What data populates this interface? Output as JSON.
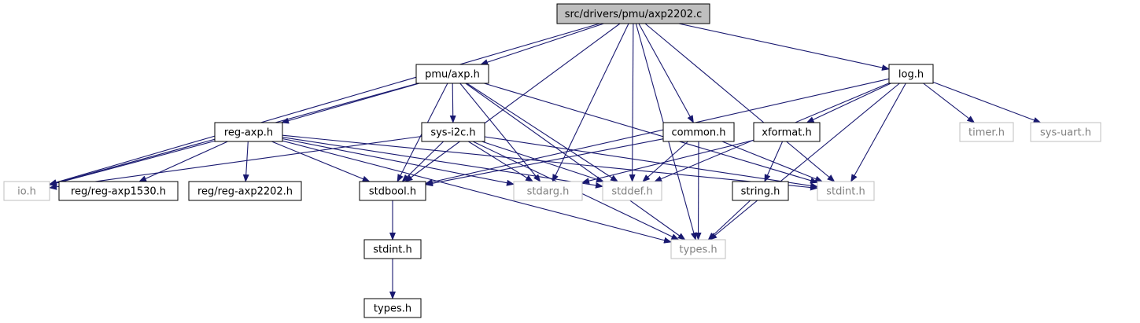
{
  "title": "src/drivers/pmu/axp2202.c",
  "colors": {
    "edge": "#191970",
    "root_fill": "#bfbfbf",
    "root_stroke": "#000000",
    "doc_stroke": "#000000",
    "ext_stroke": "#bfbfbf",
    "ext_text": "#808080",
    "text": "#000000"
  },
  "nodes": [
    {
      "id": "root",
      "label": "src/drivers/pmu/axp2202.c",
      "kind": "root"
    },
    {
      "id": "pmu_axp",
      "label": "pmu/axp.h",
      "kind": "doc"
    },
    {
      "id": "log",
      "label": "log.h",
      "kind": "doc"
    },
    {
      "id": "reg_axp",
      "label": "reg-axp.h",
      "kind": "doc"
    },
    {
      "id": "sys_i2c",
      "label": "sys-i2c.h",
      "kind": "doc"
    },
    {
      "id": "common",
      "label": "common.h",
      "kind": "doc"
    },
    {
      "id": "xformat",
      "label": "xformat.h",
      "kind": "doc"
    },
    {
      "id": "timer",
      "label": "timer.h",
      "kind": "ext"
    },
    {
      "id": "sys_uart",
      "label": "sys-uart.h",
      "kind": "ext"
    },
    {
      "id": "io",
      "label": "io.h",
      "kind": "ext"
    },
    {
      "id": "reg1530",
      "label": "reg/reg-axp1530.h",
      "kind": "doc"
    },
    {
      "id": "reg2202",
      "label": "reg/reg-axp2202.h",
      "kind": "doc"
    },
    {
      "id": "stdbool",
      "label": "stdbool.h",
      "kind": "doc"
    },
    {
      "id": "stdarg",
      "label": "stdarg.h",
      "kind": "ext"
    },
    {
      "id": "stddef",
      "label": "stddef.h",
      "kind": "ext"
    },
    {
      "id": "stdint_ext",
      "label": "stdint.h",
      "kind": "ext"
    },
    {
      "id": "string",
      "label": "string.h",
      "kind": "doc"
    },
    {
      "id": "stdint_doc",
      "label": "stdint.h",
      "kind": "doc"
    },
    {
      "id": "types_ext",
      "label": "types.h",
      "kind": "ext"
    },
    {
      "id": "types_doc",
      "label": "types.h",
      "kind": "doc"
    }
  ],
  "edges": [
    [
      "root",
      "pmu_axp"
    ],
    [
      "root",
      "log"
    ],
    [
      "root",
      "common"
    ],
    [
      "root",
      "io"
    ],
    [
      "root",
      "stdbool"
    ],
    [
      "root",
      "stdarg"
    ],
    [
      "root",
      "stddef"
    ],
    [
      "root",
      "stdint_ext"
    ],
    [
      "root",
      "types_ext"
    ],
    [
      "pmu_axp",
      "reg_axp"
    ],
    [
      "pmu_axp",
      "sys_i2c"
    ],
    [
      "pmu_axp",
      "io"
    ],
    [
      "pmu_axp",
      "stdbool"
    ],
    [
      "pmu_axp",
      "stdarg"
    ],
    [
      "pmu_axp",
      "stddef"
    ],
    [
      "pmu_axp",
      "stdint_ext"
    ],
    [
      "pmu_axp",
      "types_ext"
    ],
    [
      "log",
      "xformat"
    ],
    [
      "log",
      "timer"
    ],
    [
      "log",
      "sys_uart"
    ],
    [
      "log",
      "stdbool"
    ],
    [
      "log",
      "stddef"
    ],
    [
      "log",
      "stdint_ext"
    ],
    [
      "log",
      "types_ext"
    ],
    [
      "reg_axp",
      "io"
    ],
    [
      "reg_axp",
      "reg1530"
    ],
    [
      "reg_axp",
      "reg2202"
    ],
    [
      "reg_axp",
      "stdbool"
    ],
    [
      "reg_axp",
      "stdarg"
    ],
    [
      "reg_axp",
      "stddef"
    ],
    [
      "reg_axp",
      "stdint_ext"
    ],
    [
      "reg_axp",
      "types_ext"
    ],
    [
      "sys_i2c",
      "io"
    ],
    [
      "sys_i2c",
      "stdbool"
    ],
    [
      "sys_i2c",
      "stdarg"
    ],
    [
      "sys_i2c",
      "stddef"
    ],
    [
      "sys_i2c",
      "stdint_ext"
    ],
    [
      "sys_i2c",
      "types_ext"
    ],
    [
      "common",
      "stdbool"
    ],
    [
      "common",
      "stddef"
    ],
    [
      "common",
      "stdint_ext"
    ],
    [
      "common",
      "types_ext"
    ],
    [
      "xformat",
      "string"
    ],
    [
      "xformat",
      "stdarg"
    ],
    [
      "string",
      "types_ext"
    ],
    [
      "stdbool",
      "stdint_doc"
    ],
    [
      "stdint_doc",
      "types_doc"
    ]
  ]
}
